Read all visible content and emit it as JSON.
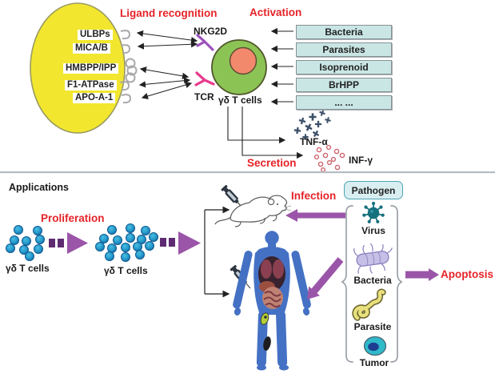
{
  "header": {
    "ligand_recognition": "Ligand recognition",
    "activation": "Activation",
    "secretion": "Secretion"
  },
  "top": {
    "nkg2d": "NKG2D",
    "tcr": "TCR",
    "t_cells": "γδ T cells",
    "ligands": [
      "ULBPs",
      "MICA/B",
      "HMBPP/IPP",
      "F1-ATPase",
      "APO-A-1"
    ],
    "stimuli": [
      "Bacteria",
      "Parasites",
      "Isoprenoid",
      "BrHPP",
      "... ..."
    ],
    "tnf": "TNF-α",
    "inf": "INF-γ"
  },
  "bottom": {
    "applications": "Applications",
    "proliferation": "Proliferation",
    "infection": "Infection",
    "apoptosis": "Apoptosis",
    "t_cells_small": "γδ T cells",
    "t_cells_expanded": "γδ T cells",
    "pathogen": "Pathogen",
    "pathogens": [
      "Virus",
      "Bacteria",
      "Parasite",
      "Tumor"
    ]
  },
  "colors": {
    "red": "#e62328",
    "purple": "#9a55a8",
    "purple_dark": "#5e2b72",
    "cell_yellow": "#f2e72e",
    "cell_green": "#8cc355",
    "nucleus_orange": "#f2886c",
    "box_blue": "#c9e6e5",
    "dot_blue": "#2196c8"
  }
}
